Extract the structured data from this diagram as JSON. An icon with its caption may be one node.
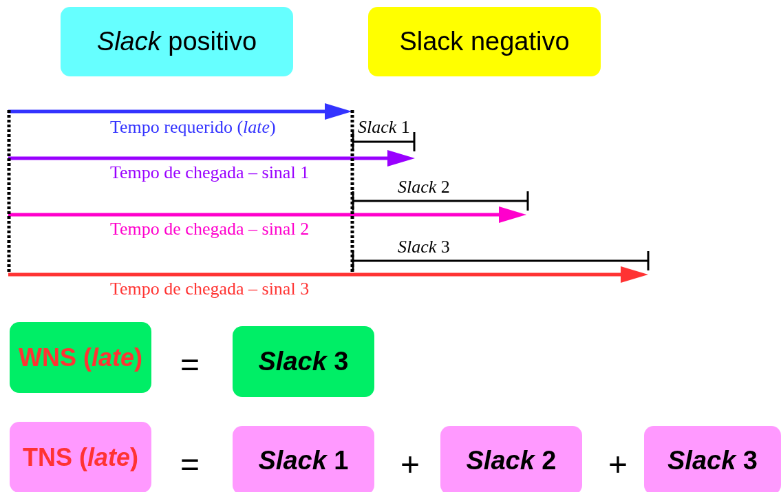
{
  "diagram": {
    "nodes": [
      {
        "text": [
          "*Slack* positivo"
        ]
      },
      {
        "text": [
          "Slack negativo"
        ]
      },
      {
        "text": [
          "WNS (*late*)"
        ]
      },
      {
        "text": [
          "*Slack* 3"
        ]
      },
      {
        "text": [
          "TNS (*late*)"
        ]
      },
      {
        "text": [
          "*Slack* 1"
        ]
      },
      {
        "text": [
          "*Slack* 2"
        ]
      },
      {
        "text": [
          "*Slack* 3"
        ]
      }
    ],
    "labels": [
      "Tempo requerido (*late*)",
      "*Slack* 1",
      "Tempo de chegada – sinal 1",
      "*Slack* 2",
      "Tempo de chegada – sinal 2",
      "*Slack* 3",
      "Tempo de chegada – sinal 3",
      "=",
      "=",
      "+",
      "+"
    ]
  }
}
